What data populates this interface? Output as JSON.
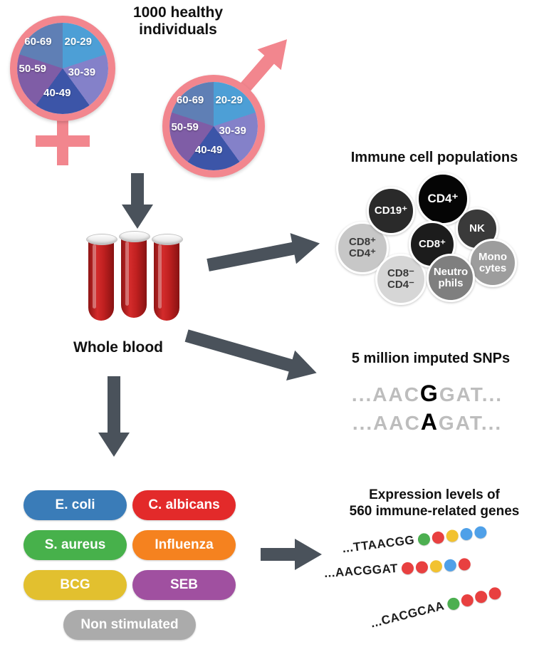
{
  "header": {
    "title": "1000 healthy individuals"
  },
  "ages": [
    "20-29",
    "30-39",
    "40-49",
    "50-59",
    "60-69"
  ],
  "blood": {
    "label": "Whole blood"
  },
  "immune": {
    "title": "Immune cell populations",
    "cells": [
      "CD19⁺",
      "CD4⁺",
      "NK",
      "CD8⁺",
      "CD8⁺ CD4⁺",
      "Mono cytes",
      "Neutro phils",
      "CD8⁻ CD4⁻"
    ]
  },
  "snps": {
    "title": "5 million imputed SNPs",
    "lines": [
      {
        "pre": "...AAC",
        "snp": "G",
        "post": "GAT..."
      },
      {
        "pre": "...AAC",
        "snp": "A",
        "post": "GAT..."
      }
    ]
  },
  "stimuli": {
    "items": [
      {
        "label": "E. coli",
        "color": "#3A7CB8"
      },
      {
        "label": "C. albicans",
        "color": "#E32A2A"
      },
      {
        "label": "S. aureus",
        "color": "#47B14B"
      },
      {
        "label": "Influenza",
        "color": "#F5821F"
      },
      {
        "label": "BCG",
        "color": "#E2C02F"
      },
      {
        "label": "SEB",
        "color": "#A050A0"
      },
      {
        "label": "Non stimulated",
        "color": "#ABABAB"
      }
    ]
  },
  "expression": {
    "title_line1": "Expression levels of",
    "title_line2": "560 immune-related genes",
    "rows": [
      {
        "seq": "...TTAACGG",
        "dots": [
          "#4CAF50",
          "#E84040",
          "#F2C230",
          "#4FA0E8",
          "#4FA0E8"
        ]
      },
      {
        "seq": "...AACGGAT",
        "dots": [
          "#E84040",
          "#E84040",
          "#F2C230",
          "#4FA0E8",
          "#E84040"
        ]
      },
      {
        "seq": "...CACGCAA",
        "dots": [
          "#4CAF50",
          "#E84040",
          "#E84040",
          "#E84040"
        ]
      }
    ]
  }
}
